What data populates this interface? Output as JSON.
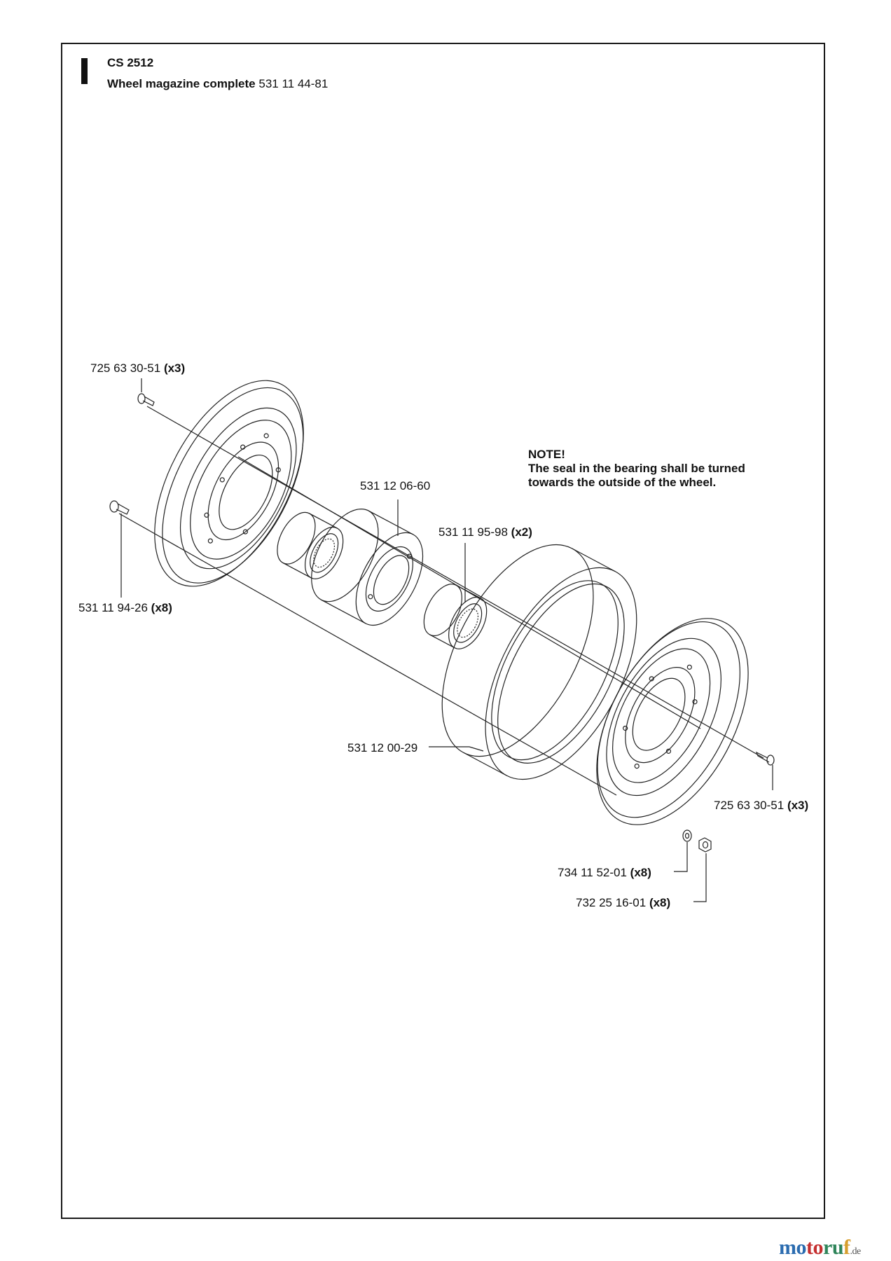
{
  "header": {
    "model": "CS 2512",
    "assembly_name": "Wheel magazine complete",
    "assembly_number": "531 11 44-81"
  },
  "note": {
    "title": "NOTE!",
    "line1": "The seal in the bearing shall be turned",
    "line2": "towards the outside of the wheel."
  },
  "parts": [
    {
      "number": "725 63 30-51",
      "qty": "(x3)"
    },
    {
      "number": "531 12 06-60",
      "qty": ""
    },
    {
      "number": "531 11 95-98",
      "qty": "(x2)"
    },
    {
      "number": "531 11 94-26",
      "qty": "(x8)"
    },
    {
      "number": "531 12 00-29",
      "qty": ""
    },
    {
      "number": "725 63 30-51",
      "qty": "(x3)"
    },
    {
      "number": "734 11 52-01",
      "qty": "(x8)"
    },
    {
      "number": "732 25 16-01",
      "qty": "(x8)"
    }
  ],
  "watermark": {
    "m1": "mo",
    "m2": "to",
    "m3": "ru",
    "m4": "f",
    "suffix": ".de"
  },
  "icons": [
    "wheel-disc-icon",
    "bearing-icon",
    "hub-icon",
    "tyre-ring-icon",
    "screw-icon",
    "washer-icon",
    "nut-icon"
  ]
}
